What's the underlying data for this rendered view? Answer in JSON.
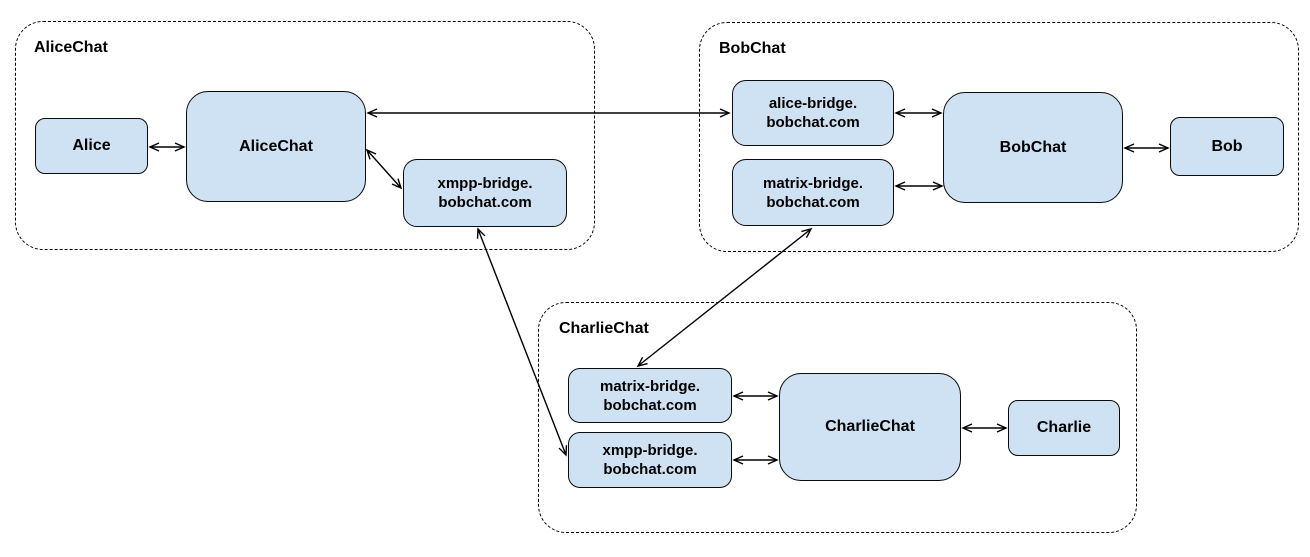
{
  "diagram": {
    "clusters": {
      "alicechat": {
        "label": "AliceChat"
      },
      "bobchat": {
        "label": "BobChat"
      },
      "charliechat": {
        "label": "CharlieChat"
      }
    },
    "nodes": {
      "alice": {
        "label": "Alice"
      },
      "alicechat_server": {
        "label": "AliceChat"
      },
      "xmpp_bridge_alice": {
        "line1": "xmpp-bridge.",
        "line2": "bobchat.com"
      },
      "alice_bridge_bob": {
        "line1": "alice-bridge.",
        "line2": "bobchat.com"
      },
      "matrix_bridge_bob": {
        "line1": "matrix-bridge.",
        "line2": "bobchat.com"
      },
      "bobchat_server": {
        "label": "BobChat"
      },
      "bob": {
        "label": "Bob"
      },
      "matrix_bridge_charlie": {
        "line1": "matrix-bridge.",
        "line2": "bobchat.com"
      },
      "xmpp_bridge_charlie": {
        "line1": "xmpp-bridge.",
        "line2": "bobchat.com"
      },
      "charliechat_server": {
        "label": "CharlieChat"
      },
      "charlie": {
        "label": "Charlie"
      }
    },
    "edges": [
      {
        "from": "Alice",
        "to": "AliceChat",
        "bidirectional": true
      },
      {
        "from": "AliceChat",
        "to": "alice-bridge.bobchat.com",
        "bidirectional": true
      },
      {
        "from": "AliceChat",
        "to": "xmpp-bridge.bobchat.com (AliceChat)",
        "bidirectional": true
      },
      {
        "from": "xmpp-bridge.bobchat.com (AliceChat)",
        "to": "xmpp-bridge.bobchat.com (CharlieChat)",
        "bidirectional": true
      },
      {
        "from": "matrix-bridge.bobchat.com (CharlieChat)",
        "to": "matrix-bridge.bobchat.com (BobChat)",
        "bidirectional": true
      },
      {
        "from": "alice-bridge.bobchat.com",
        "to": "BobChat",
        "bidirectional": true
      },
      {
        "from": "matrix-bridge.bobchat.com (BobChat)",
        "to": "BobChat",
        "bidirectional": true
      },
      {
        "from": "BobChat",
        "to": "Bob",
        "bidirectional": true
      },
      {
        "from": "matrix-bridge.bobchat.com (CharlieChat)",
        "to": "CharlieChat",
        "bidirectional": true
      },
      {
        "from": "xmpp-bridge.bobchat.com (CharlieChat)",
        "to": "CharlieChat",
        "bidirectional": true
      },
      {
        "from": "CharlieChat",
        "to": "Charlie",
        "bidirectional": true
      }
    ],
    "colors": {
      "node_fill": "#cfe2f3",
      "node_border": "#0b0b0b",
      "edge": "#000000",
      "text": "#000000",
      "background": "#ffffff"
    }
  }
}
